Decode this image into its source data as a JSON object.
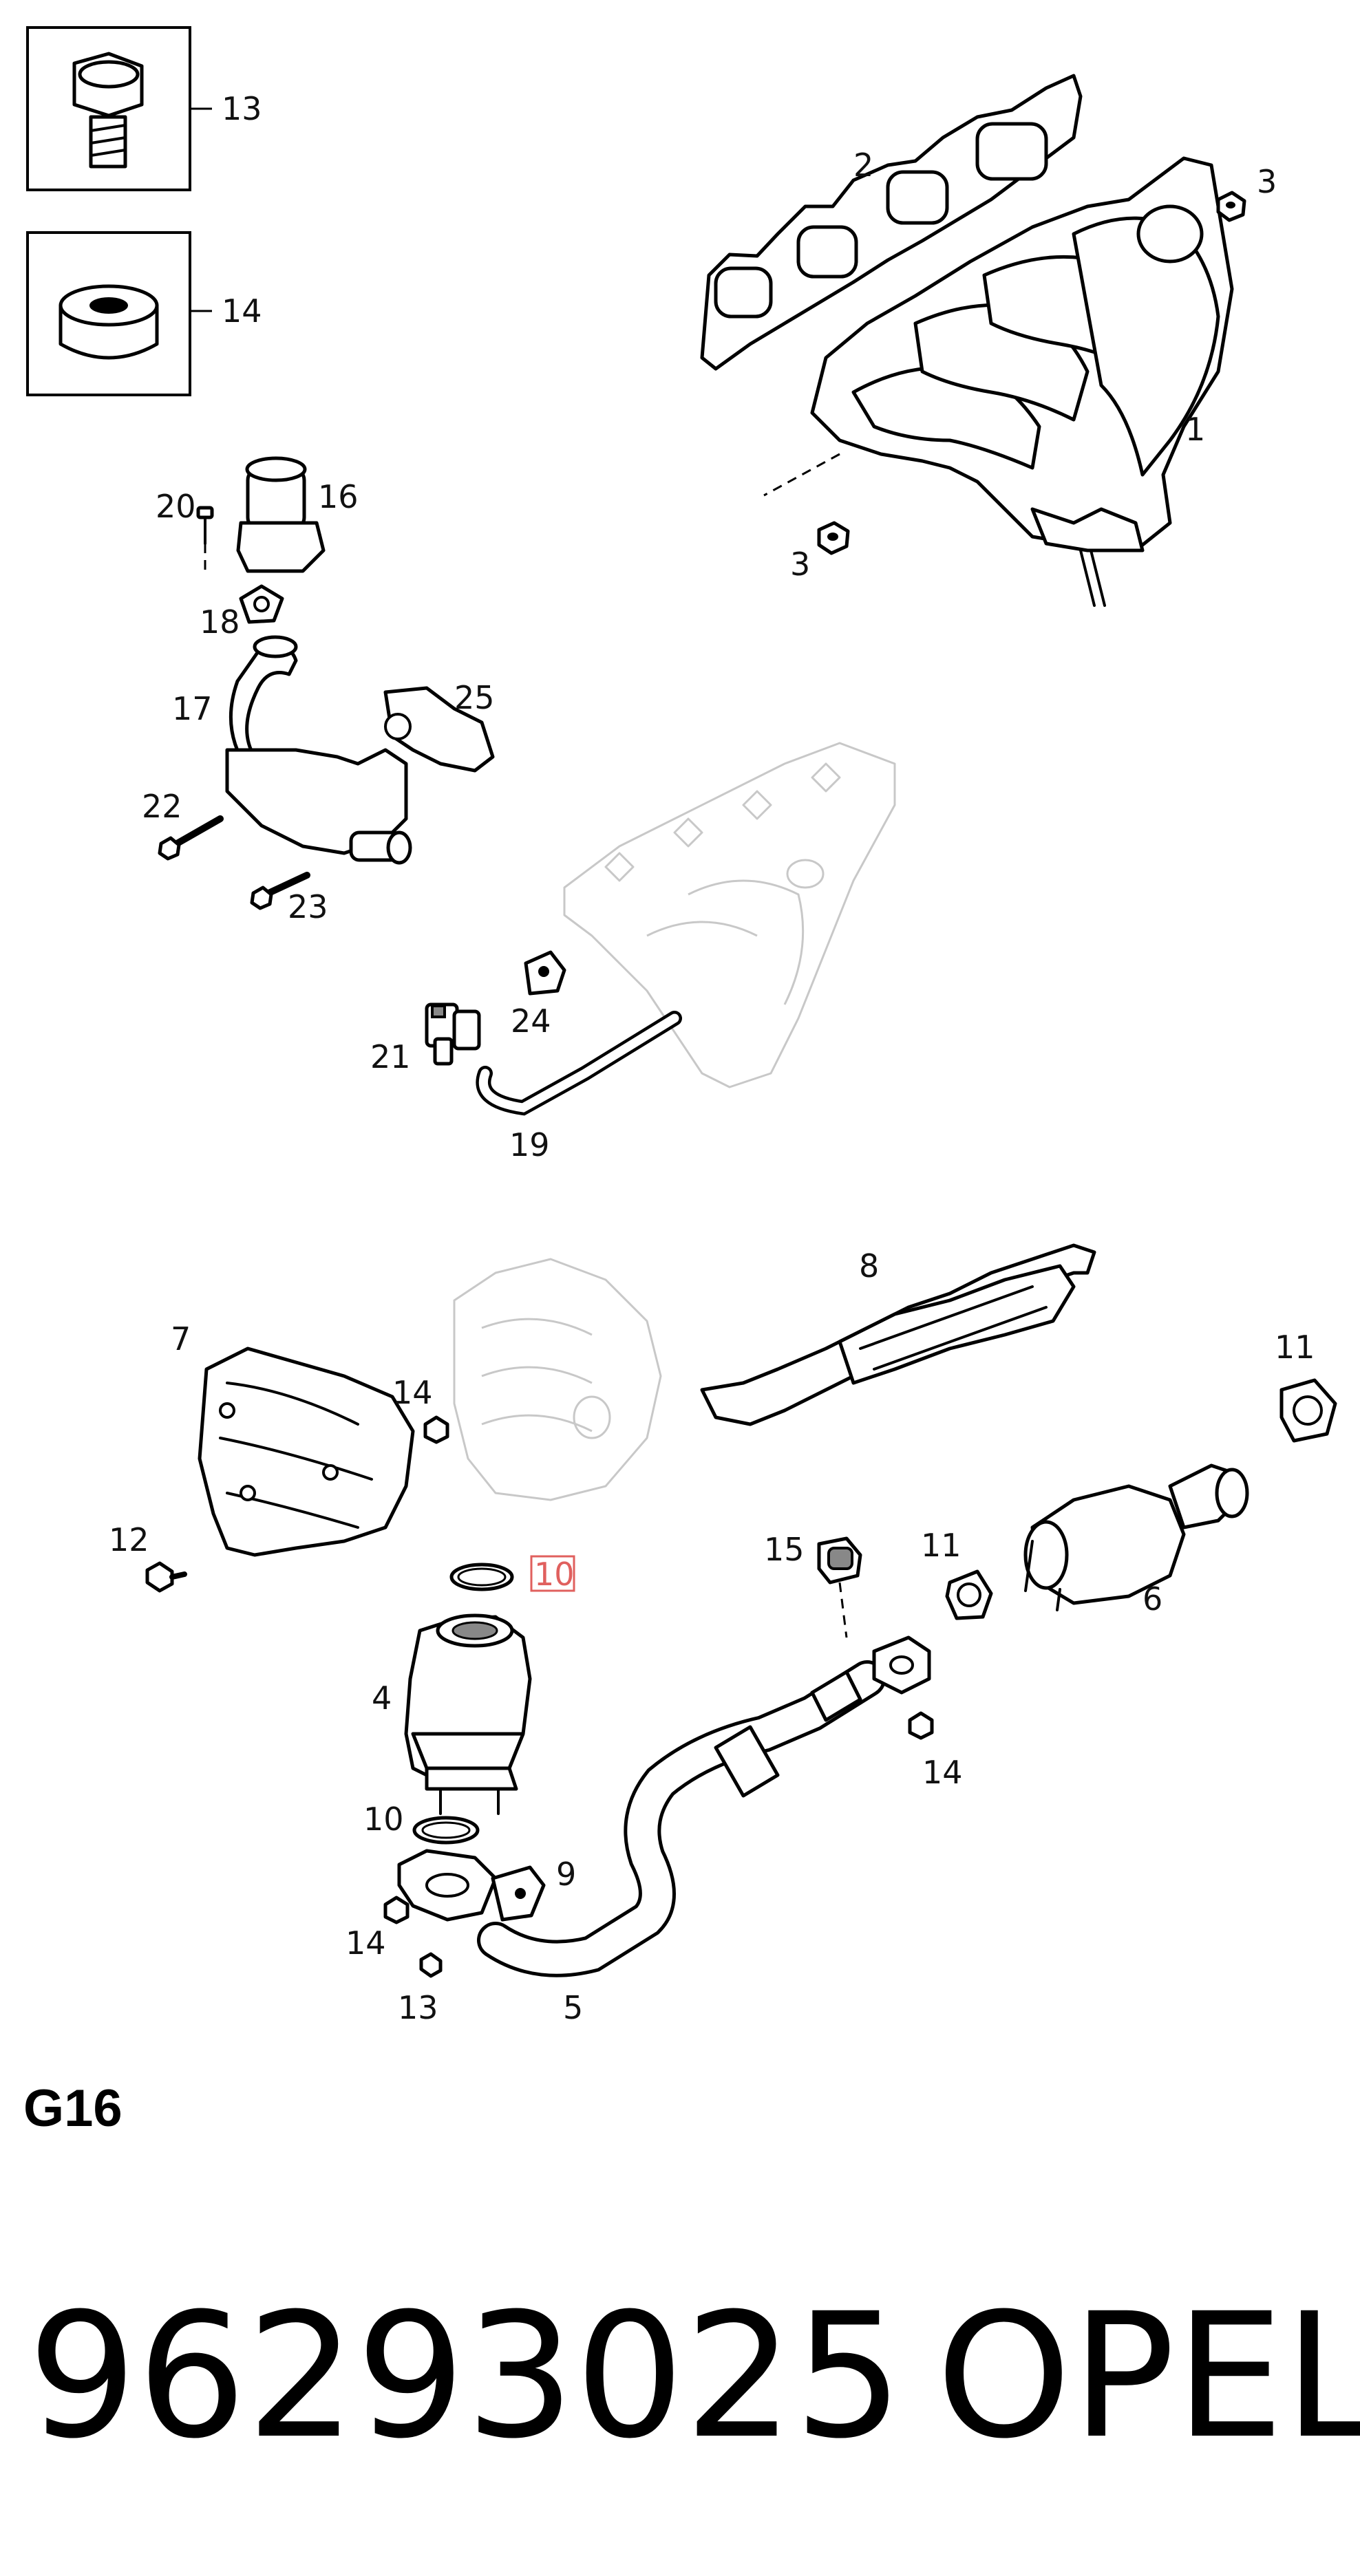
{
  "callouts": {
    "c1": "1",
    "c2": "2",
    "c3a": "3",
    "c3b": "3",
    "c4": "4",
    "c5": "5",
    "c6": "6",
    "c7": "7",
    "c8": "8",
    "c9": "9",
    "c10a": "10",
    "c10b": "10",
    "c11a": "11",
    "c11b": "11",
    "c12": "12",
    "c13a": "13",
    "c13b": "13",
    "c14a": "14",
    "c14b": "14",
    "c14c": "14",
    "c14d": "14",
    "c15": "15",
    "c16": "16",
    "c17": "17",
    "c18": "18",
    "c19": "19",
    "c20": "20",
    "c21": "21",
    "c22": "22",
    "c23": "23",
    "c24": "24",
    "c25": "25"
  },
  "highlight": {
    "callout": "10",
    "color": "#e0605e"
  },
  "variant": "G16",
  "part_number": "96293025",
  "brand": "OPEL",
  "icons": [
    "bolt-icon",
    "flange-nut-icon"
  ]
}
